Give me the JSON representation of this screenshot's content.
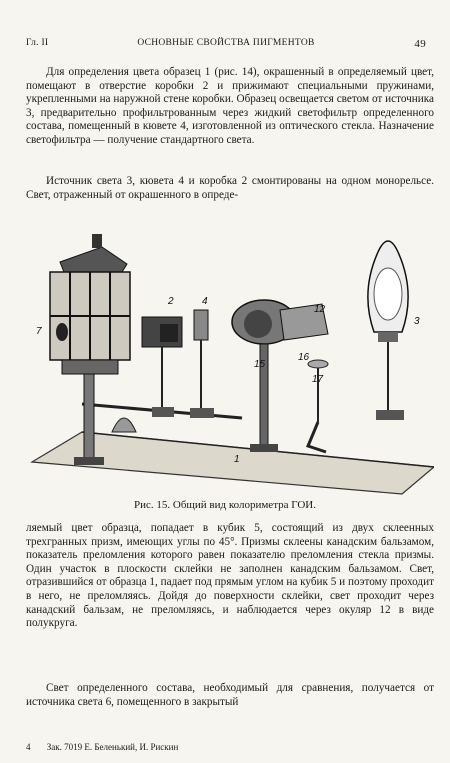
{
  "header": {
    "chapter": "Гл. II",
    "section": "ОСНОВНЫЕ СВОЙСТВА ПИГМЕНТОВ",
    "page_number": "49"
  },
  "paragraphs": [
    "Для определения цвета образец 1 (рис. 14), окрашенный в определяемый цвет, помещают в отверстие коробки 2 и прижимают специальными пружинами, укрепленными на наружной стене коробки. Образец освещается светом от источника 3, предварительно профильтрованным через жидкий светофильтр определенного состава, помещенный в кювете 4, изготовленной из оптического стекла. Назначение светофильтра — получение стандартного света.",
    "Источник света 3, кювета 4 и коробка 2 смонтированы на одном монорельсе. Свет, отраженный от окрашенного в опреде-"
  ],
  "figure": {
    "labels": [
      "7",
      "2",
      "4",
      "12",
      "3",
      "15",
      "16",
      "17",
      "1"
    ],
    "caption": "Рис. 15. Общий вид колориметра ГОИ."
  },
  "paragraphs_after": [
    "ляемый цвет образца, попадает в кубик 5, состоящий из двух склеенных трехгранных призм, имеющих углы по 45°. Призмы склеены канадским бальзамом, показатель преломления которого равен показателю преломления стекла призмы. Один участок в плоскости склейки не заполнен канадским бальзамом. Свет, отразившийся от образца 1, падает под прямым углом на кубик 5 и поэтому проходит в него, не преломляясь. Дойдя до поверхности склейки, свет проходит через канадский бальзам, не преломляясь, и наблюдается через окуляр 12 в виде полукруга.",
    "Свет определенного состава, необходимый для сравнения, получается от источника света 6, помещенного в закрытый"
  ],
  "footer": {
    "signature": "4",
    "text": "Зак. 7019 Е. Беленький, И. Рискин"
  }
}
